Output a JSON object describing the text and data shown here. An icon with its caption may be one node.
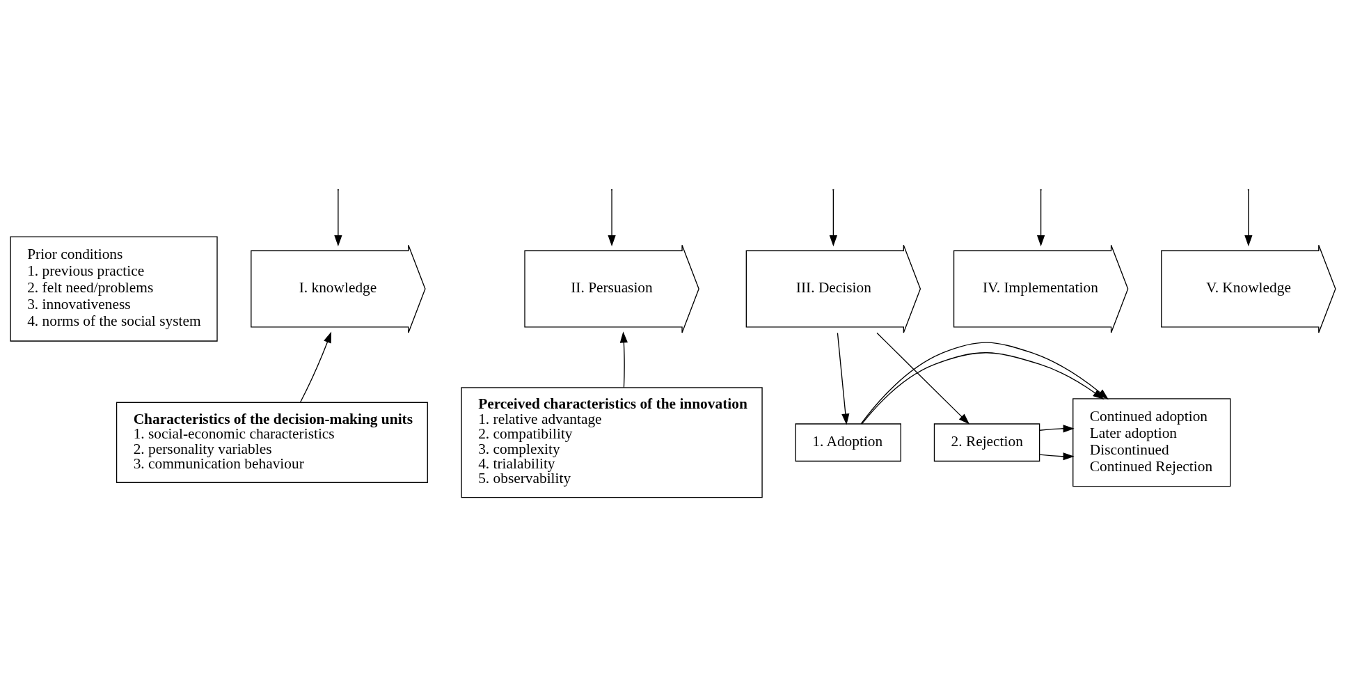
{
  "diagram": {
    "nodes": [
      {
        "text": [
          "Prior conditions",
          "1. previous practice",
          "2. felt need/problems",
          "3. innovativeness",
          "4. norms of the social system"
        ]
      },
      {
        "text": [
          "I. knowledge"
        ]
      },
      {
        "text": [
          "II. Persuasion"
        ]
      },
      {
        "text": [
          "III. Decision"
        ]
      },
      {
        "text": [
          "IV. Implementation"
        ]
      },
      {
        "text": [
          "V. Knowledge"
        ]
      },
      {
        "text": [
          "1. Adoption"
        ]
      },
      {
        "text": [
          "2. Rejection"
        ]
      },
      {
        "text": [
          "Continued adoption",
          "Later adoption",
          "Discontinued",
          "Continued Rejection"
        ]
      },
      {
        "text": [
          "Characteristics of the decision-making units",
          "1. social-economic characteristics",
          "2. personality variables",
          "3. communication behaviour"
        ]
      },
      {
        "text": [
          "Perceived characteristics of the innovation",
          "1. relative advantage",
          "2. compatibility",
          "3. complexity",
          "4. trialability",
          "5. observability"
        ]
      }
    ],
    "edges": [
      {
        "from": null,
        "to": 1,
        "arrow": "to"
      },
      {
        "from": null,
        "to": 2,
        "arrow": "to"
      },
      {
        "from": null,
        "to": 3,
        "arrow": "to"
      },
      {
        "from": null,
        "to": 4,
        "arrow": "to"
      },
      {
        "from": null,
        "to": 5,
        "arrow": "to"
      },
      {
        "from": 3,
        "to": 6,
        "arrow": "to"
      },
      {
        "from": 3,
        "to": 7,
        "arrow": "to"
      },
      {
        "from": 6,
        "to": 8,
        "arrow": "to"
      },
      {
        "from": 6,
        "to": 8,
        "arrow": "to"
      },
      {
        "from": 7,
        "to": 8,
        "arrow": "to"
      },
      {
        "from": 7,
        "to": 8,
        "arrow": "to"
      },
      {
        "from": 9,
        "to": 1,
        "arrow": "to"
      },
      {
        "from": 10,
        "to": 2,
        "arrow": "to"
      }
    ]
  }
}
